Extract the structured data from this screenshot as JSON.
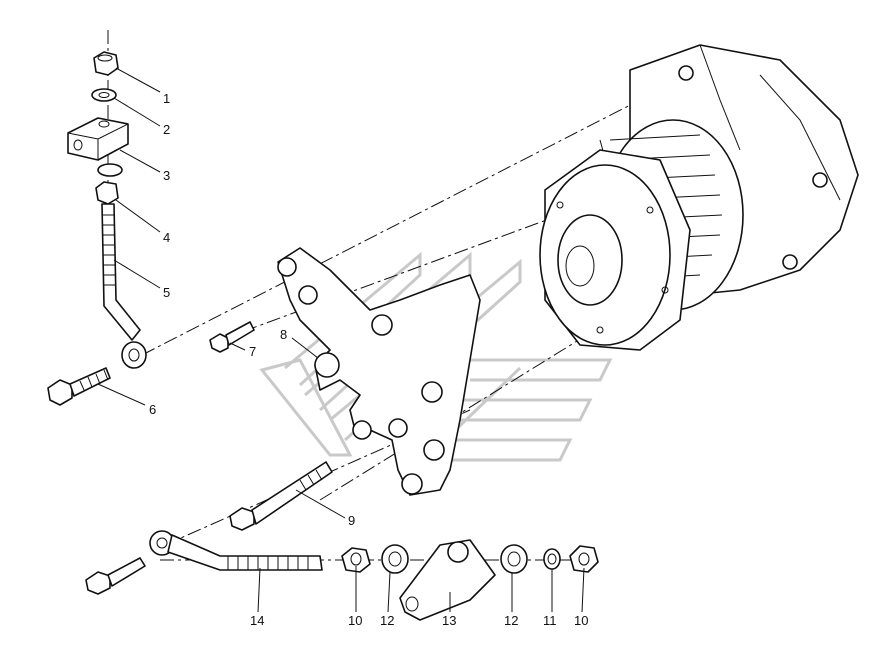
{
  "callouts": {
    "c1": "1",
    "c2": "2",
    "c3": "3",
    "c4": "4",
    "c5": "5",
    "c6": "6",
    "c7": "7",
    "c8": "8",
    "c9": "9",
    "c10a": "10",
    "c10b": "10",
    "c11": "11",
    "c12a": "12",
    "c12b": "12",
    "c13": "13",
    "c14": "14"
  },
  "colors": {
    "line": "#111111",
    "watermark": "#c9c9c9",
    "background": "#ffffff"
  }
}
